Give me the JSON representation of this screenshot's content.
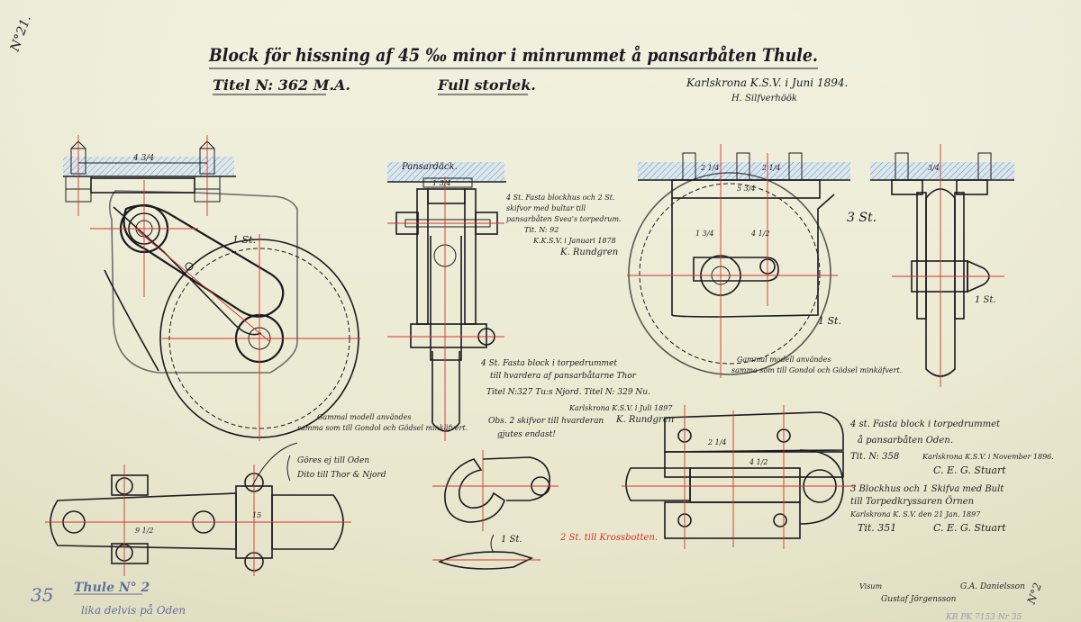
{
  "sheet_number": "N°21.",
  "title": {
    "line1": "Block för hissning af 45 ‰ minor i minrummet å pansarbåten Thule.",
    "titel_no": "Titel N: 362 M.A.",
    "scale": "Full storlek.",
    "date_place": "Karlskrona K.S.V. i Juni 1894.",
    "signature": "H. Silfverhöök"
  },
  "labels": {
    "pansardack": "Pansardäck.",
    "one_st_a": "1 St.",
    "three_st": "3 St.",
    "one_st_b": "1 St.",
    "one_st_c": "1 St.",
    "one_st_d": "1 St.",
    "two_st_red": "2 St. till Krossbotten.",
    "dim_4_3_4": "4 3/4",
    "dim_1_3_4": "1 3/4",
    "dim_2_1_4": "2 1/4",
    "dim_5_3_4": "5 3/4",
    "dim_4_1_2": "4 1/2",
    "dim_15": "15",
    "dim_3_4": "3/4",
    "dim_9_1_2": "9 1/2"
  },
  "notes": {
    "note_fasta": [
      "4 St. Fasta blockhus och 2 St.",
      "skifvor med bultar till",
      "pansarbåten Svea's torpedrum.",
      "Tit. N: 92"
    ],
    "note_fasta_date": "K.K.S.V. i Januari 1878",
    "note_fasta_sig": "K. Rundgren",
    "note_gammal_a": [
      "Gammal modell användes",
      "samma som till Gondol och Gödsel minkäfvert."
    ],
    "note_gammal_b": [
      "Gammal modell användes",
      "samma som till Gondol och Gödsel minkäfvert."
    ],
    "note_thor": [
      "4 St. Fasta block i torpedrummet",
      "till hvardera af pansarbåtarne Thor",
      "Titel N:327 Tu:s Njord. Titel N: 329 Nu."
    ],
    "note_thor_date": "Karlskrona K.S.V. i Juli 1897",
    "note_thor_sig": "K. Rundgren",
    "note_obs": [
      "Obs. 2 skifvor till hvarderan",
      "gjutes endast!"
    ],
    "note_oden": [
      "Göres ej till Oden",
      "Dito till Thor & Njord"
    ],
    "note_oden_block": [
      "4 st. Fasta block i torpedrummet",
      "å pansarbåten Oden."
    ],
    "note_oden_tit": "Tit. N: 358",
    "note_oden_date": "Karlskrona K.S.V. i November 1896.",
    "note_oden_sig": "C. E. G. Stuart",
    "note_orn": [
      "3 Blockhus och 1 Skifva med Bult",
      "till Torpedkryssaren Örnen"
    ],
    "note_orn_date": "Karlskrona K. S.V. den 21 Jan. 1897",
    "note_orn_tit": "Tit. 351",
    "note_orn_sig": "C. E. G. Stuart"
  },
  "bottom": {
    "pencil_35": "35",
    "thule_ref": "Thule N° 2",
    "lika_delvis": "lika delvis på Oden",
    "sign_visum": "Visum",
    "sign_1": "Gustaf Jörgensson",
    "sign_2": "G.A. Danielsson",
    "stamp_right": "N°2",
    "stamp_num": "KR PK 7153 Nr 35"
  },
  "colors": {
    "ink": "#1a1a22",
    "red_center": "#d4322c",
    "blue_wash": "#cfe0ec",
    "tan_wash": "#e8cfa8",
    "paper": "#ecebd6"
  }
}
